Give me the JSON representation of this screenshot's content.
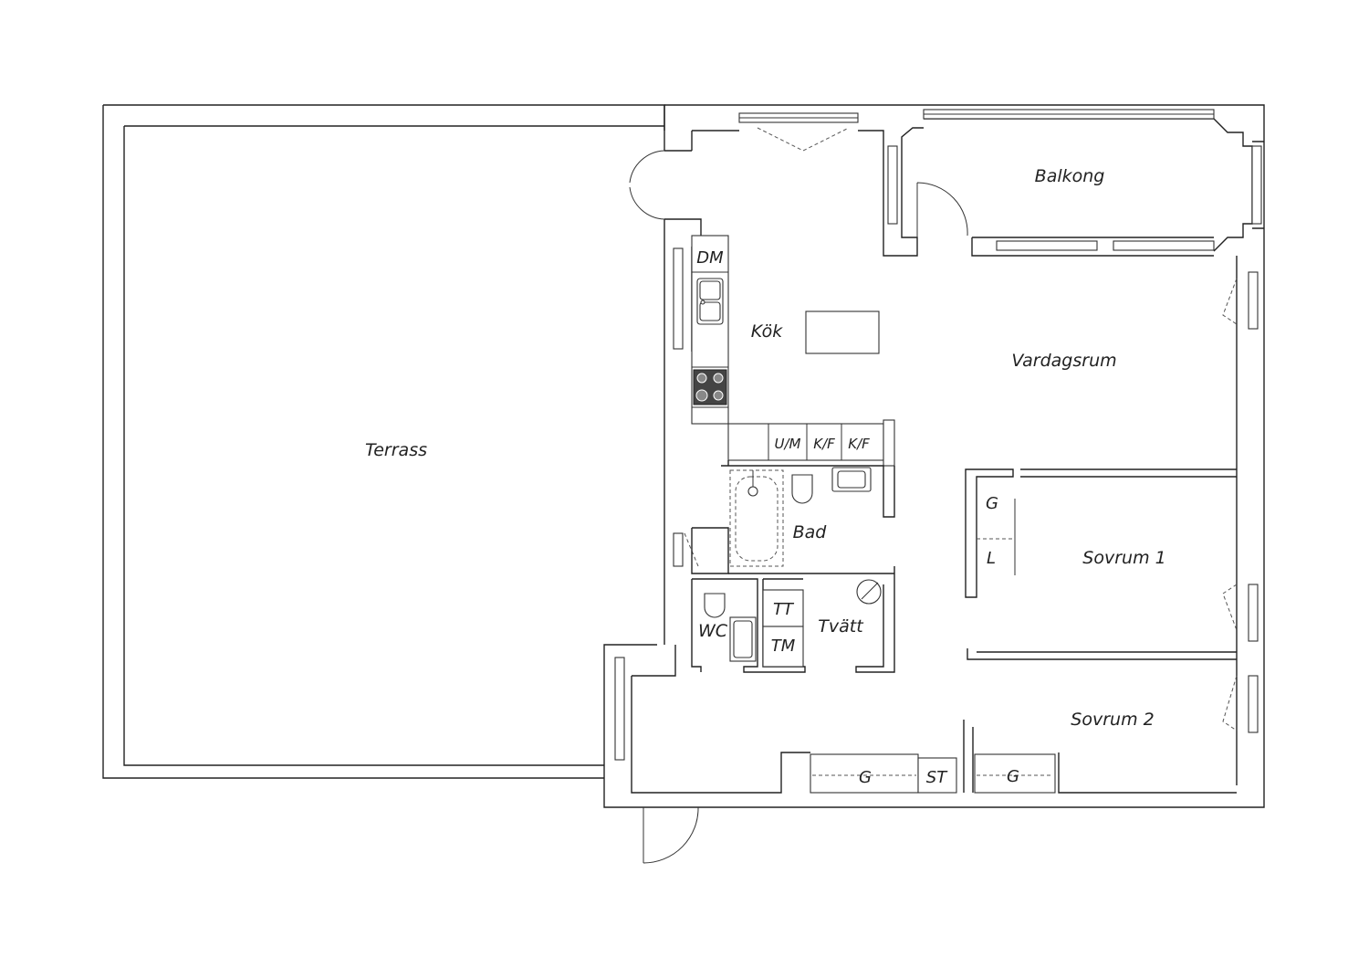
{
  "rooms": {
    "terrass": "Terrass",
    "balkong": "Balkong",
    "kok": "Kök",
    "vardagsrum": "Vardagsrum",
    "bad": "Bad",
    "tvatt": "Tvätt",
    "wc": "WC",
    "sovrum1": "Sovrum 1",
    "sovrum2": "Sovrum 2"
  },
  "fixtures": {
    "dm": "DM",
    "um": "U/M",
    "kf1": "K/F",
    "kf2": "K/F",
    "tt": "TT",
    "tm": "TM",
    "g_sovrum1": "G",
    "l_sovrum1": "L",
    "g_hall": "G",
    "st_hall": "ST",
    "g_sovrum2": "G"
  }
}
